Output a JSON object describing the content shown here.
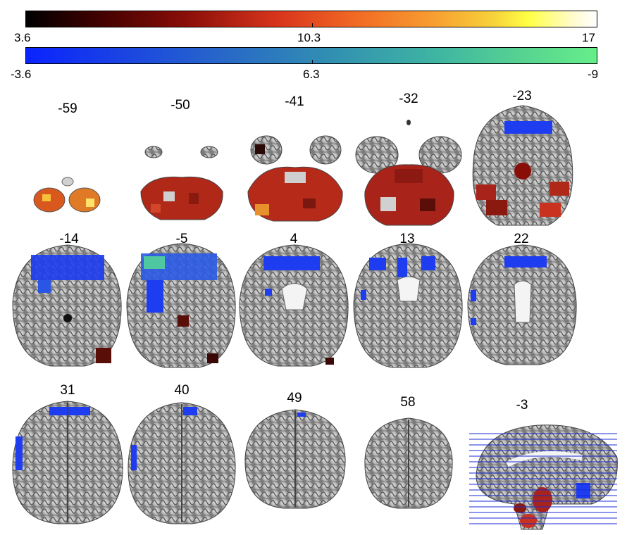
{
  "colorbar_hot": {
    "min": "3.6",
    "mid": "10.3",
    "max": "17"
  },
  "colorbar_cool": {
    "min": "-3.6",
    "mid": "6.3",
    "max": "-9"
  },
  "slices": [
    {
      "label": "-59"
    },
    {
      "label": "-50"
    },
    {
      "label": "-41"
    },
    {
      "label": "-32"
    },
    {
      "label": "-23"
    },
    {
      "label": "-14"
    },
    {
      "label": "-5"
    },
    {
      "label": "4"
    },
    {
      "label": "13"
    },
    {
      "label": "22"
    },
    {
      "label": "31"
    },
    {
      "label": "40"
    },
    {
      "label": "49"
    },
    {
      "label": "58"
    },
    {
      "label": "-3"
    }
  ],
  "colors": {
    "hot_overlay": "#c8321e",
    "cool_overlay": "#1e3cf0",
    "brain": "#b8b8b8"
  }
}
